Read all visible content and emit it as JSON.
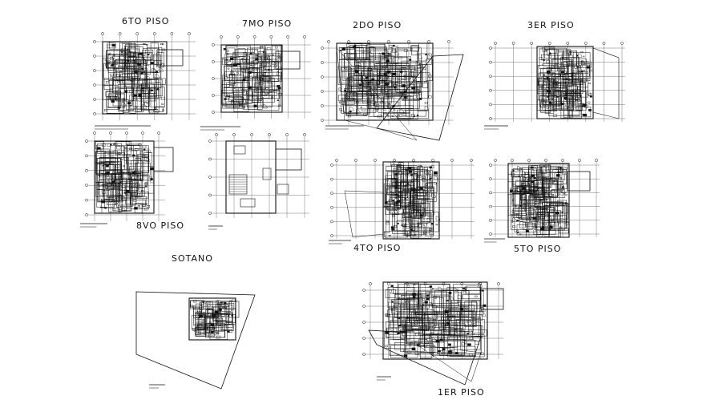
{
  "sheet": {
    "plans": [
      {
        "id": "6to",
        "label": "6TO  PISO"
      },
      {
        "id": "7mo",
        "label": "7MO  PISO"
      },
      {
        "id": "2do",
        "label": "2DO  PISO"
      },
      {
        "id": "3er",
        "label": "3ER  PISO"
      },
      {
        "id": "8vo",
        "label": "8VO  PISO"
      },
      {
        "id": "4to",
        "label": "4TO  PISO"
      },
      {
        "id": "5to",
        "label": "5TO  PISO"
      },
      {
        "id": "sotano",
        "label": "SOTANO"
      },
      {
        "id": "1er",
        "label": "1ER  PISO"
      }
    ]
  },
  "colors": {
    "line": "#111111",
    "background": "#ffffff",
    "grid": "#555555"
  }
}
